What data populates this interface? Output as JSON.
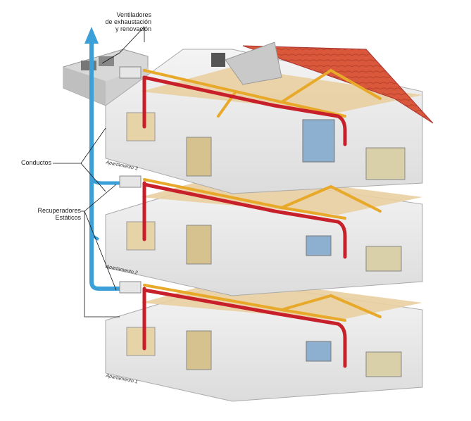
{
  "labels": {
    "fans_line1": "Ventiladores",
    "fans_line2": "de exhaustación",
    "fans_line3": "y renovación",
    "ducts": "Conductos",
    "recuperators_line1": "Recuperadores",
    "recuperators_line2": "Estáticos"
  },
  "apartments": [
    {
      "label": "Apartamento 3"
    },
    {
      "label": "Apartamento 2"
    },
    {
      "label": "Apartamento 1"
    }
  ],
  "colors": {
    "extract_duct": "#c8202a",
    "supply_duct": "#e8a92a",
    "riser": "#3b9fd8",
    "roof_tiles": "#d9573a",
    "walls": "#eeeeee",
    "floor": "#e9cfa0"
  }
}
